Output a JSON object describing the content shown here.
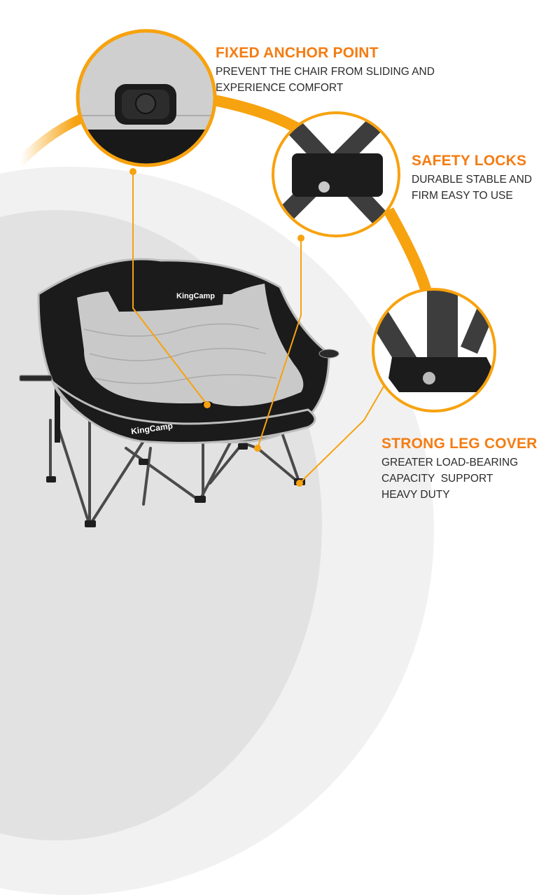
{
  "brand": {
    "name": "KingCamp",
    "accent_color": "#f7a20f",
    "title_color": "#f47c12",
    "text_color": "#2b2b2b"
  },
  "callouts": [
    {
      "title": "FIXED ANCHOR POINT",
      "lines": [
        "PREVENT THE CHAIR FROM SLIDING AND",
        "EXPERIENCE COMFORT"
      ],
      "detail_image": "anchor-point-closeup"
    },
    {
      "title": "SAFETY LOCKS",
      "lines": [
        "DURABLE STABLE AND",
        "FIRM EASY TO USE"
      ],
      "detail_image": "cross-brace-lock-closeup"
    },
    {
      "title": "STRONG LEG COVER",
      "lines": [
        "GREATER LOAD-BEARING",
        "CAPACITY  SUPPORT",
        "HEAVY DUTY"
      ],
      "detail_image": "leg-cover-closeup"
    }
  ],
  "product": {
    "type": "double camping loveseat chair",
    "logo_back": "KingCamp",
    "logo_front": "KingCamp"
  }
}
